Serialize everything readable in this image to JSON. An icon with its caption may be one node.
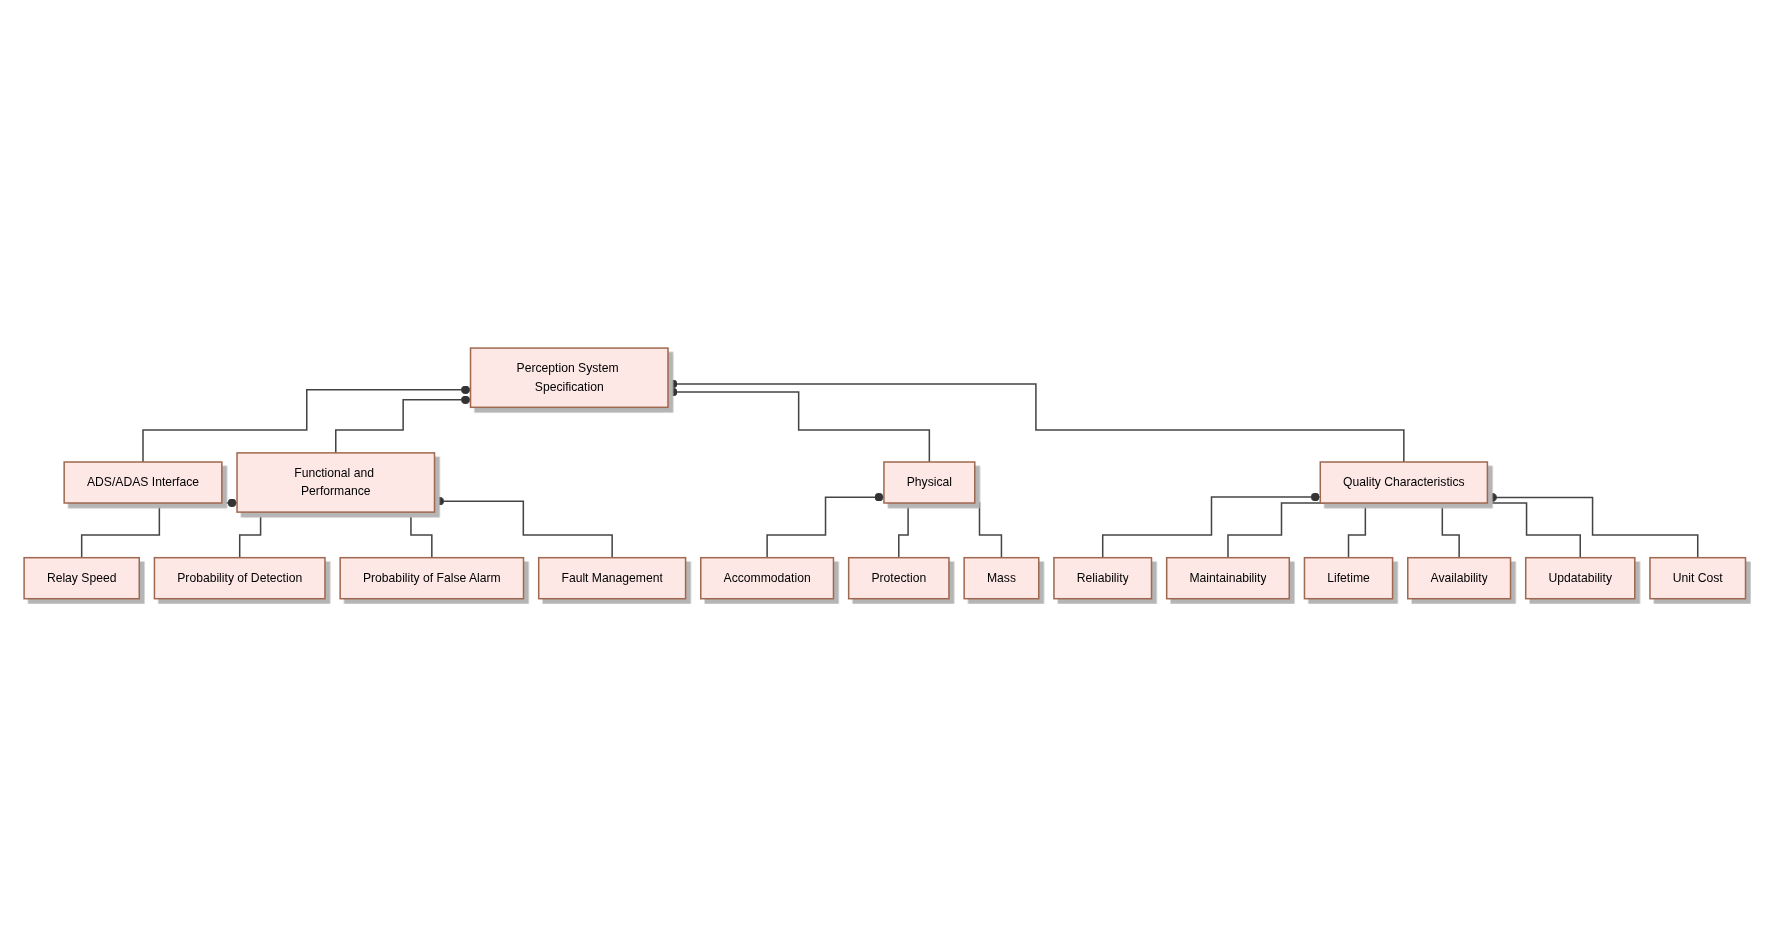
{
  "diagram": {
    "nodes": [
      {
        "text": [
          "Perception System Specification"
        ]
      },
      {
        "text": [
          "ADS/ADAS Interface"
        ]
      },
      {
        "text": [
          "Functional and Performance"
        ]
      },
      {
        "text": [
          "Physical"
        ]
      },
      {
        "text": [
          "Quality Characteristics"
        ]
      },
      {
        "text": [
          "Relay Speed"
        ]
      },
      {
        "text": [
          "Probability of Detection"
        ]
      },
      {
        "text": [
          "Probability of False Alarm"
        ]
      },
      {
        "text": [
          "Fault Management"
        ]
      },
      {
        "text": [
          "Accommodation"
        ]
      },
      {
        "text": [
          "Protection"
        ]
      },
      {
        "text": [
          "Mass"
        ]
      },
      {
        "text": [
          "Reliability"
        ]
      },
      {
        "text": [
          "Maintainability"
        ]
      },
      {
        "text": [
          "Lifetime"
        ]
      },
      {
        "text": [
          "Availability"
        ]
      },
      {
        "text": [
          "Updatability"
        ]
      },
      {
        "text": [
          "Unit Cost"
        ]
      }
    ],
    "edges": [
      {
        "from": 1,
        "to": 0,
        "arrow": "other"
      },
      {
        "from": 2,
        "to": 0,
        "arrow": "other"
      },
      {
        "from": 3,
        "to": 0,
        "arrow": "other"
      },
      {
        "from": 4,
        "to": 0,
        "arrow": "other"
      },
      {
        "from": 5,
        "to": 2,
        "arrow": "other"
      },
      {
        "from": 6,
        "to": 2,
        "arrow": "other"
      },
      {
        "from": 7,
        "to": 2,
        "arrow": "other"
      },
      {
        "from": 8,
        "to": 2,
        "arrow": "other"
      },
      {
        "from": 9,
        "to": 3,
        "arrow": "other"
      },
      {
        "from": 10,
        "to": 3,
        "arrow": "other"
      },
      {
        "from": 11,
        "to": 3,
        "arrow": "other"
      },
      {
        "from": 12,
        "to": 4,
        "arrow": "other"
      },
      {
        "from": 13,
        "to": 4,
        "arrow": "other"
      },
      {
        "from": 14,
        "to": 4,
        "arrow": "other"
      },
      {
        "from": 15,
        "to": 4,
        "arrow": "other"
      },
      {
        "from": 16,
        "to": 4,
        "arrow": "other"
      },
      {
        "from": 17,
        "to": 4,
        "arrow": "other"
      }
    ]
  }
}
